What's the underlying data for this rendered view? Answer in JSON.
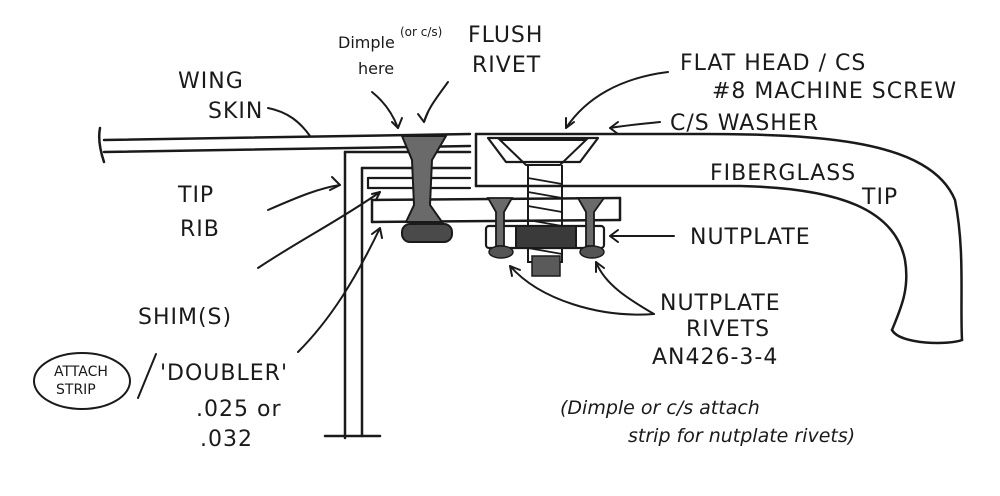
{
  "labels": {
    "wing_skin": [
      "WING",
      "SKIN"
    ],
    "dimple_note": [
      "Dimple",
      "(or c/s)",
      "here"
    ],
    "flush_rivet": [
      "FLUSH",
      "RIVET"
    ],
    "flat_head": [
      "FLAT HEAD / CS",
      "#8 MACHINE SCREW"
    ],
    "cs_washer": "C/S WASHER",
    "fiberglass_tip": [
      "FIBERGLASS",
      "TIP"
    ],
    "tip_rib": [
      "TIP",
      "RIB"
    ],
    "nutplate": "NUTPLATE",
    "shims": "SHIM(S)",
    "attach_strip": [
      "ATTACH",
      "STRIP"
    ],
    "doubler": [
      "'DOUBLER'",
      ".025 or",
      ".032"
    ],
    "nutplate_rivets": [
      "NUTPLATE",
      "RIVETS",
      "AN426-3-4"
    ],
    "bottom_note": [
      "(Dimple or c/s attach",
      "strip for nutplate rivets)"
    ]
  }
}
